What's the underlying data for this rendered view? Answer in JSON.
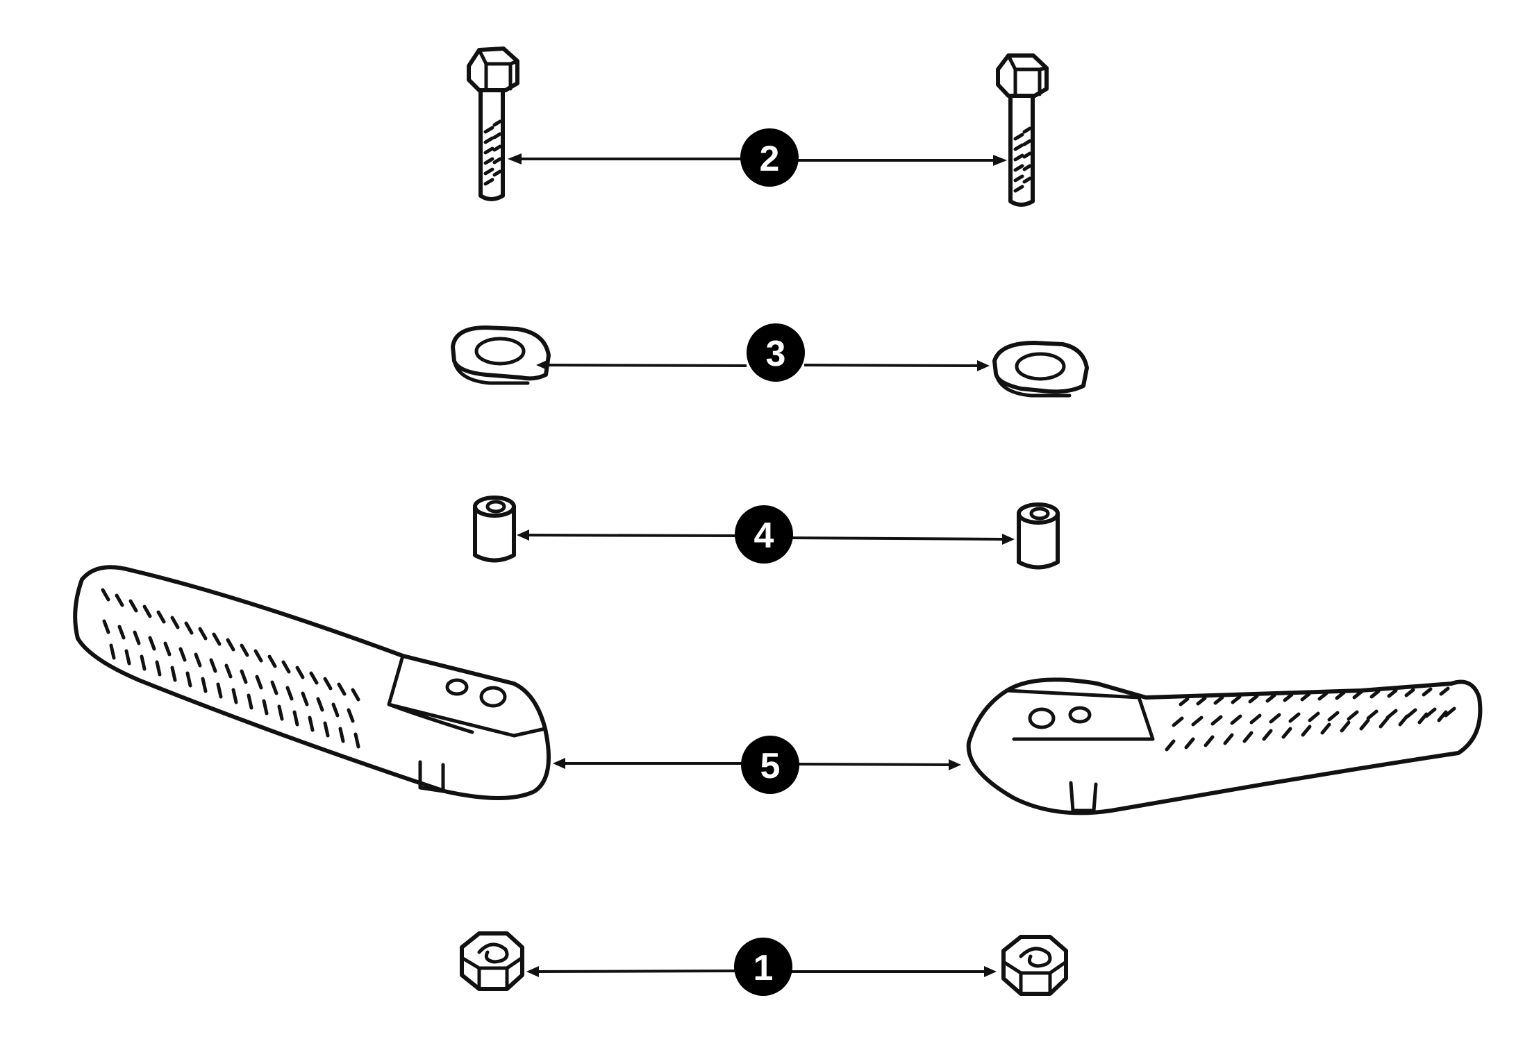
{
  "callouts": {
    "bolt": "2",
    "washer": "3",
    "spacer": "4",
    "footrest": "5",
    "nut": "1"
  }
}
